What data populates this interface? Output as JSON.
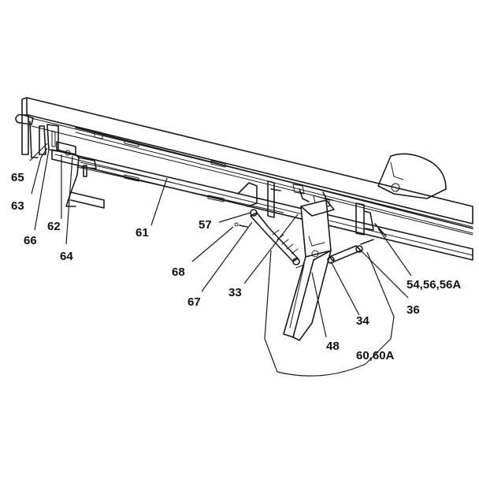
{
  "callouts": [
    {
      "id": "c65",
      "text": "65"
    },
    {
      "id": "c63",
      "text": "63"
    },
    {
      "id": "c66",
      "text": "66"
    },
    {
      "id": "c62",
      "text": "62"
    },
    {
      "id": "c64",
      "text": "64"
    },
    {
      "id": "c61",
      "text": "61"
    },
    {
      "id": "c57",
      "text": "57"
    },
    {
      "id": "c68",
      "text": "68"
    },
    {
      "id": "c67",
      "text": "67"
    },
    {
      "id": "c33",
      "text": "33"
    },
    {
      "id": "c48",
      "text": "48"
    },
    {
      "id": "c34",
      "text": "34"
    },
    {
      "id": "c36",
      "text": "36"
    },
    {
      "id": "c54",
      "text": "54,56,56A"
    },
    {
      "id": "c60",
      "text": "60,60A"
    }
  ]
}
